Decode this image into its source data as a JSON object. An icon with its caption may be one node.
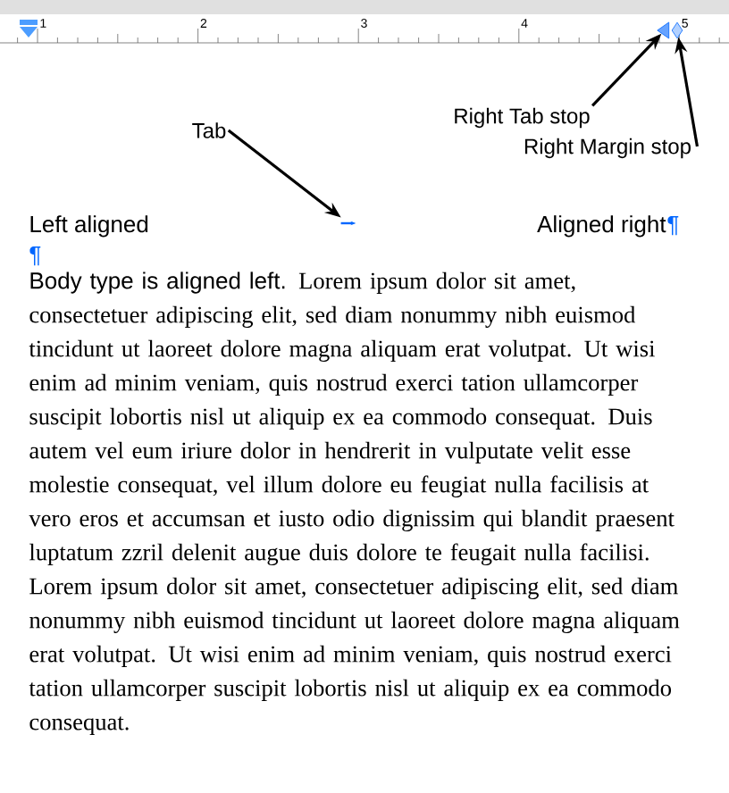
{
  "diagram": {
    "nodes": [
      {
        "text": [
          "Tab"
        ]
      },
      {
        "text": [],
        "shape": "arrow"
      },
      {
        "text": [
          "Right Tab stop"
        ]
      },
      {
        "text": [
          "Right Margin stop"
        ]
      },
      {
        "text": [],
        "shape": "triangle"
      },
      {
        "text": [],
        "shape": "diamond"
      }
    ],
    "edges": [
      {
        "from": 0,
        "to": 1,
        "arrow": "to"
      },
      {
        "from": 2,
        "to": 4,
        "arrow": "to"
      },
      {
        "from": 3,
        "to": 5,
        "arrow": "to"
      }
    ],
    "labels": [
      "1",
      "2",
      "3",
      "4",
      "5",
      "Left aligned",
      "Aligned right",
      "¶",
      "¶",
      "Body type is aligned left.",
      "Lorem ipsum dolor sit amet, consectetuer adipiscing elit, sed diam nonummy nibh euismod tincidunt ut laoreet dolore magna aliquam erat volutpat. Ut wisi enim ad minim veniam, quis nostrud exerci tation ullamcorper suscipit lobortis nisl ut aliquip ex ea commodo consequat. Duis autem vel eum iriure dolor in hendrerit in vulputate velit esse molestie consequat, vel illum dolore eu feugiat nulla facilisis at vero eros et accumsan et iusto odio dignissim qui blandit praesent luptatum zzril delenit augue duis dolore te feugait nulla facilisi. Lorem ipsum dolor sit amet, consectetuer adipiscing elit, sed diam nonummy nibh euismod tincidunt ut laoreet dolore magna aliquam erat volutpat. Ut wisi enim ad minim veniam, quis nostrud exerci tation ullamcorper suscipit lobortis nisl ut aliquip ex ea commodo consequat."
    ]
  }
}
